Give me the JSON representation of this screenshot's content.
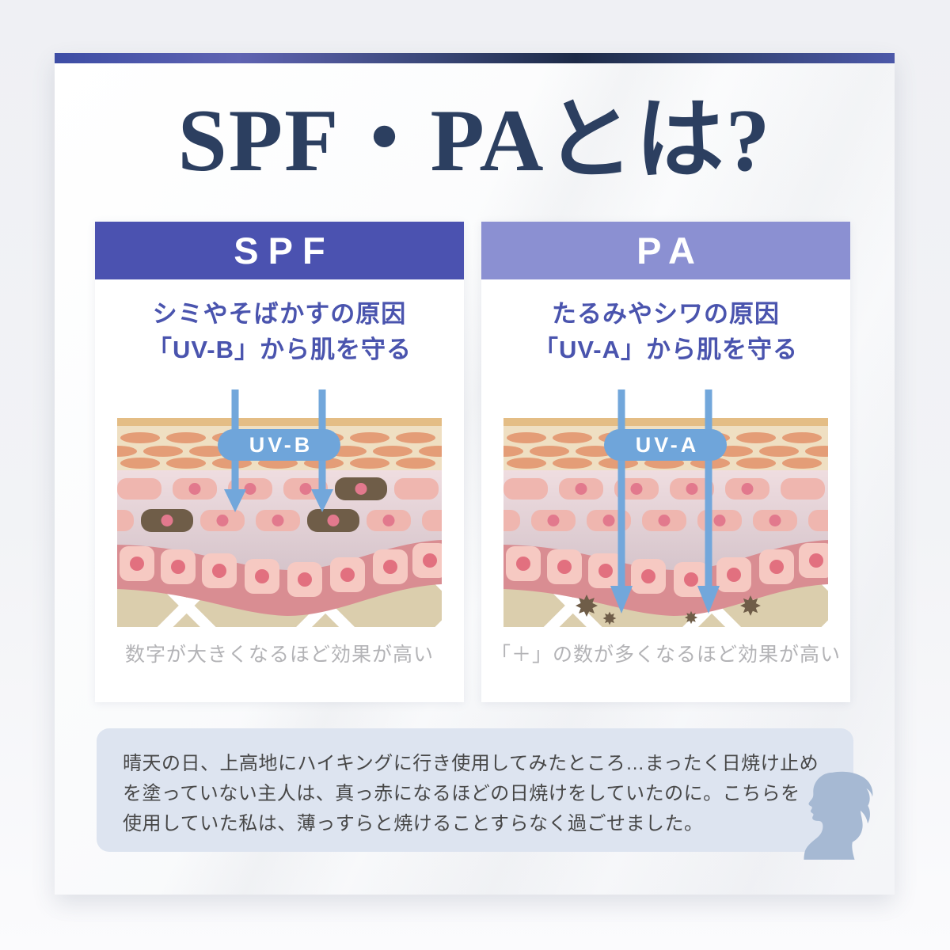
{
  "title": "SPF・PAとは?",
  "panels": [
    {
      "id": "spf",
      "header": "SPF",
      "description_line1": "シミやそばかすの原因",
      "description_line2": "「UV-B」から肌を守る",
      "uv_label": "UV-B",
      "caption": "数字が大きくなるほど効果が高い"
    },
    {
      "id": "pa",
      "header": "PA",
      "description_line1": "たるみやシワの原因",
      "description_line2": "「UV-A」から肌を守る",
      "uv_label": "UV-A",
      "caption": "「＋」の数が多くなるほど効果が高い"
    }
  ],
  "testimonial": {
    "lines": [
      "晴天の日、上高地にハイキングに行き使用してみたところ…まったく日焼け止め",
      "を塗っていない主人は、真っ赤になるほどの日焼けをしていたのに。こちらを",
      "使用していた私は、薄っすらと焼けることすらなく過ごせました。"
    ]
  },
  "colors": {
    "top_bar_blue": "#3d4da5",
    "top_bar_navy": "#1d2a47",
    "title_text": "#2c3f60",
    "spf_header_bg": "#4b52b0",
    "pa_header_bg": "#8b90d2",
    "description_text": "#4a54ae",
    "caption_text": "#b3b3b6",
    "uv_blue": "#72a7db",
    "skin_top_strip": "#e4bd85",
    "skin_cream": "#efdfc2",
    "skin_oval_cell": "#e49d77",
    "skin_dermis_top": "#efdde0",
    "skin_cell_pink": "#efb6af",
    "skin_cell_damaged_brown": "#6f5d48",
    "basal_band": "#d98d92",
    "basal_cell": "#f6c9c2",
    "collagen_tan": "#dbcead",
    "testimonial_bg": "#dde4f0",
    "silhouette": "#a6b9d3"
  },
  "icons": {
    "woman_silhouette": "woman-profile-with-ponytail",
    "uv_arrows": "downward-uv-ray-arrows",
    "damage_stars": "collagen-damage-particles"
  }
}
